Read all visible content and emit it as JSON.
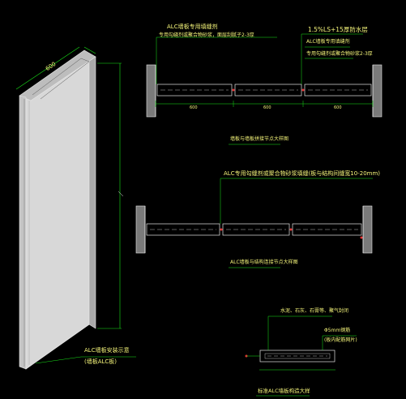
{
  "colors": {
    "background": "#000000",
    "cad_white": "#e6e6e6",
    "cad_green": "#19e619",
    "cad_yellow": "#f0f050",
    "cad_red": "#e63232",
    "cad_gray": "#7a7a7a",
    "cad_panel": "#d8d8d8"
  },
  "plan1": {
    "top_callout_left": "ALC墙板专用填缝剂",
    "top_callout_left_2": "专用勾缝剂或聚合物砂浆，面层刮腻子2-3厚",
    "top_callout_right": "1.5%LS+15厚防水层",
    "callout_right_2": "ALC墙板专用填缝剂",
    "callout_right_3": "专用勾缝剂或聚合物砂浆2-3厚",
    "dim_1": "600",
    "dim_2": "600",
    "dim_3": "600",
    "caption": "墙板与墙板拼接节点大样图"
  },
  "plan2": {
    "callout": "ALC专用勾缝剂或聚合物砂浆填缝(板与结构间缝宽10-20mm)",
    "caption": "ALC墙板与结构连接节点大样图"
  },
  "panel3d": {
    "label_top": "600",
    "label_line1": "ALC墙板安装示意",
    "label_line2": "(墙板ALC板)"
  },
  "detail": {
    "callout_1": "水泥、石灰、石膏等、聚气封闭",
    "callout_2": "Φ5mm钢筋",
    "callout_3": "(板内配筋网片)",
    "caption": "标准ALC墙板构造大样"
  }
}
